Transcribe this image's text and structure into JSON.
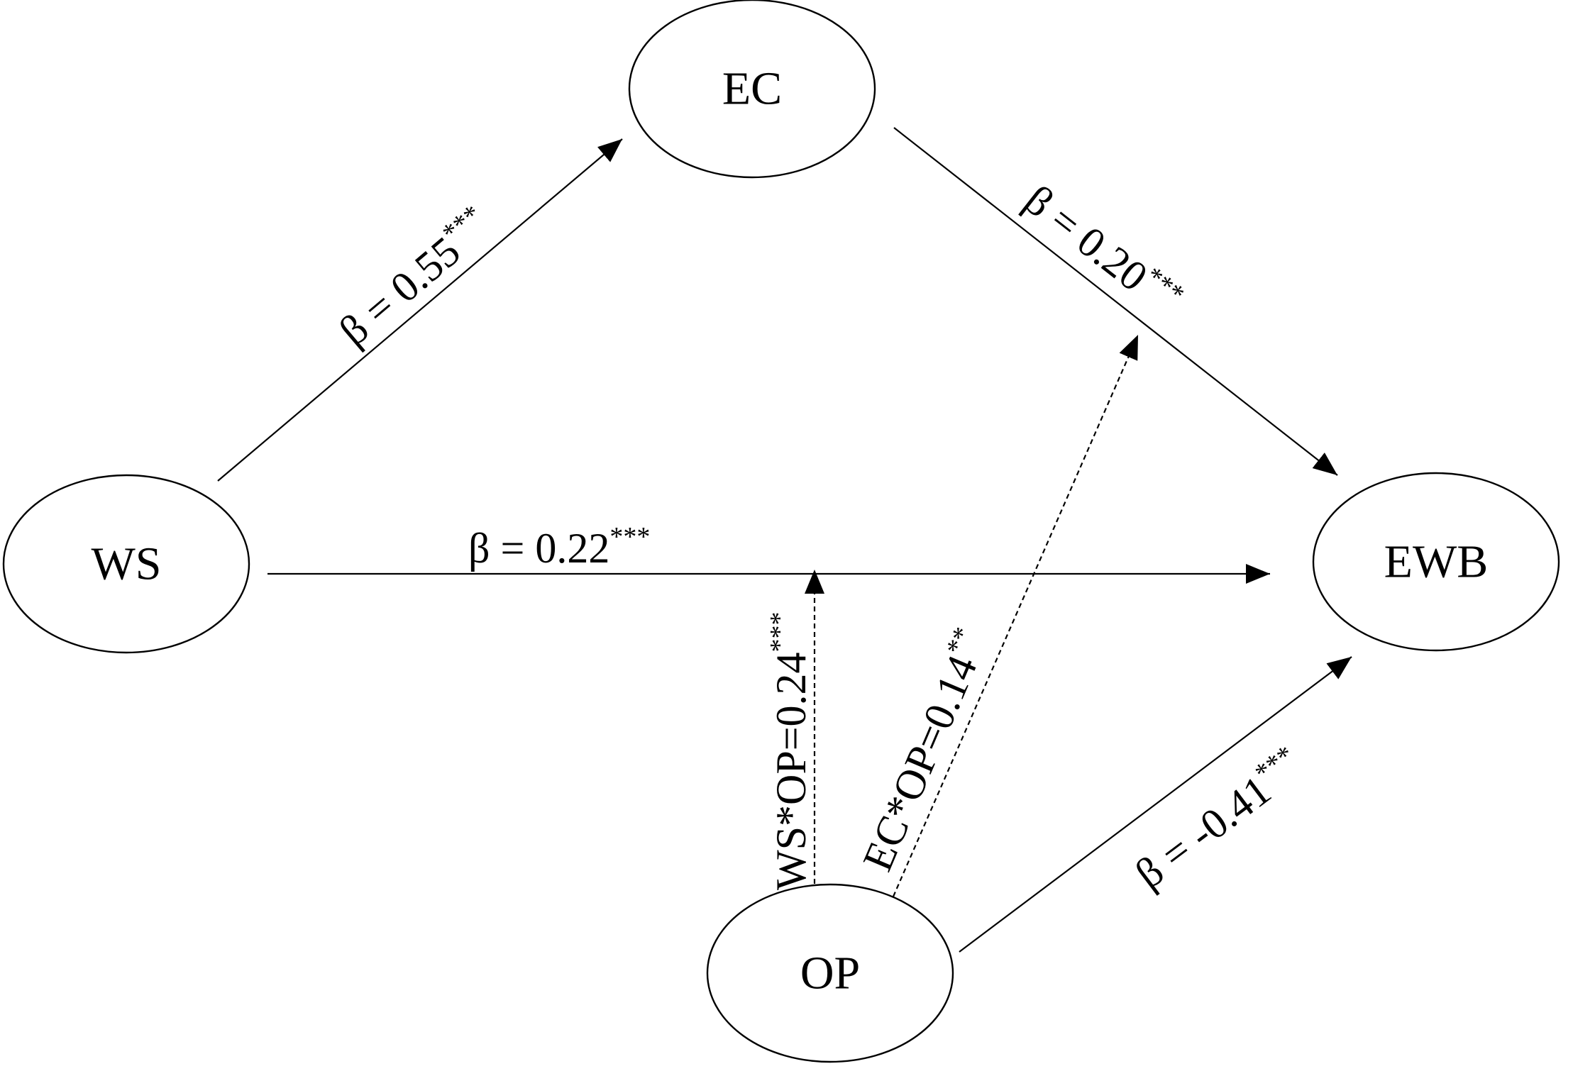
{
  "nodes": {
    "ec": {
      "label": "EC"
    },
    "ws": {
      "label": "WS"
    },
    "ewb": {
      "label": "EWB"
    },
    "op": {
      "label": "OP"
    }
  },
  "paths": {
    "ws_ec": {
      "text": "β = 0.55",
      "sig": "***"
    },
    "ec_ewb": {
      "text": "β = 0.20",
      "sig": "***"
    },
    "ws_ewb": {
      "text": "β = 0.22",
      "sig": "***"
    },
    "op_ewb": {
      "text": "β = -0.41",
      "sig": "***"
    },
    "ws_op": {
      "text": "WS*OP=0.24",
      "sig": "***"
    },
    "ec_op": {
      "text": "EC*OP=0.14",
      "sig": "**"
    }
  },
  "colors": {
    "stroke": "#000000",
    "background": "#ffffff"
  }
}
